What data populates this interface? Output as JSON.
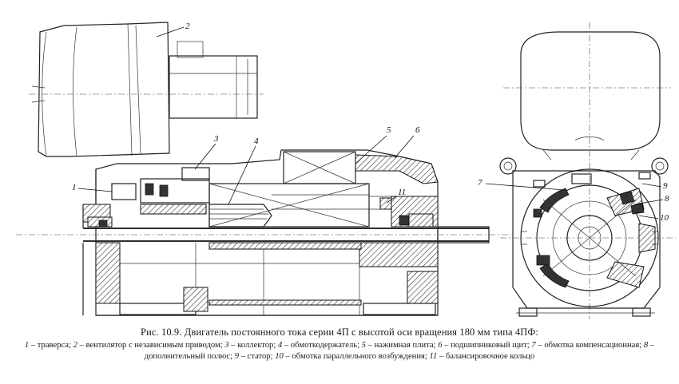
{
  "figure": {
    "callouts": [
      {
        "id": "c1",
        "label": "1"
      },
      {
        "id": "c2",
        "label": "2"
      },
      {
        "id": "c3",
        "label": "3"
      },
      {
        "id": "c4",
        "label": "4"
      },
      {
        "id": "c5",
        "label": "5"
      },
      {
        "id": "c6",
        "label": "6"
      },
      {
        "id": "c7",
        "label": "7"
      },
      {
        "id": "c8",
        "label": "8"
      },
      {
        "id": "c9",
        "label": "9"
      },
      {
        "id": "c10",
        "label": "10"
      },
      {
        "id": "c11",
        "label": "11"
      }
    ]
  },
  "caption": {
    "title": "Рис. 10.9. Двигатель постоянного тока серии 4П с высотой оси вращения 180 мм типа 4ПФ:",
    "legend": [
      {
        "num": "1",
        "text": " – траверса;"
      },
      {
        "num": "2",
        "text": " – вентилятор с независимым приводом;"
      },
      {
        "num": "3",
        "text": " – коллектор;"
      },
      {
        "num": "4",
        "text": " – обмоткодержатель;"
      },
      {
        "num": "5",
        "text": " – нажимная плита;"
      },
      {
        "num": "6",
        "text": " – подшипниковый щит;"
      },
      {
        "num": "7",
        "text": " – обмотка компенсационная;"
      },
      {
        "num": "8",
        "text": " – дополнительный полюс;"
      },
      {
        "num": "9",
        "text": " – статор;"
      },
      {
        "num": "10",
        "text": " – обмотка параллельного возбуждения;"
      },
      {
        "num": "11",
        "text": " – балансировочное кольцо"
      }
    ]
  }
}
